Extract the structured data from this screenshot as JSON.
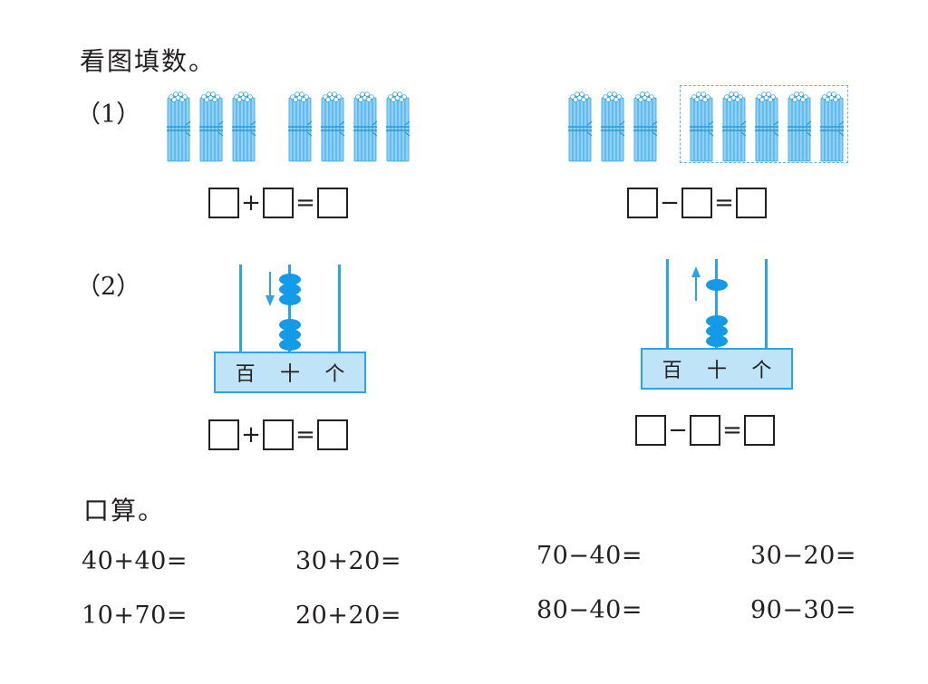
{
  "section1": {
    "title": "看图填数。"
  },
  "part1": {
    "label": "（1）"
  },
  "part2": {
    "label": "（2）"
  },
  "equations": {
    "left1": {
      "op": "+",
      "eq": "="
    },
    "right1": {
      "op": "−",
      "eq": "="
    },
    "left2": {
      "op": "+",
      "eq": "="
    },
    "right2": {
      "op": "−",
      "eq": "="
    }
  },
  "abacus": {
    "place_hundreds": "百",
    "place_tens": "十",
    "place_ones": "个"
  },
  "section2": {
    "title": "口算。",
    "problems": [
      "40+40=",
      "30+20=",
      "70−40=",
      "30−20=",
      "10+70=",
      "20+20=",
      "80−40=",
      "90−30="
    ]
  },
  "colors": {
    "blue": "#2aa4e6",
    "bead": "#139bea",
    "base_fill": "#bfe3f7",
    "ink": "#231f20"
  }
}
